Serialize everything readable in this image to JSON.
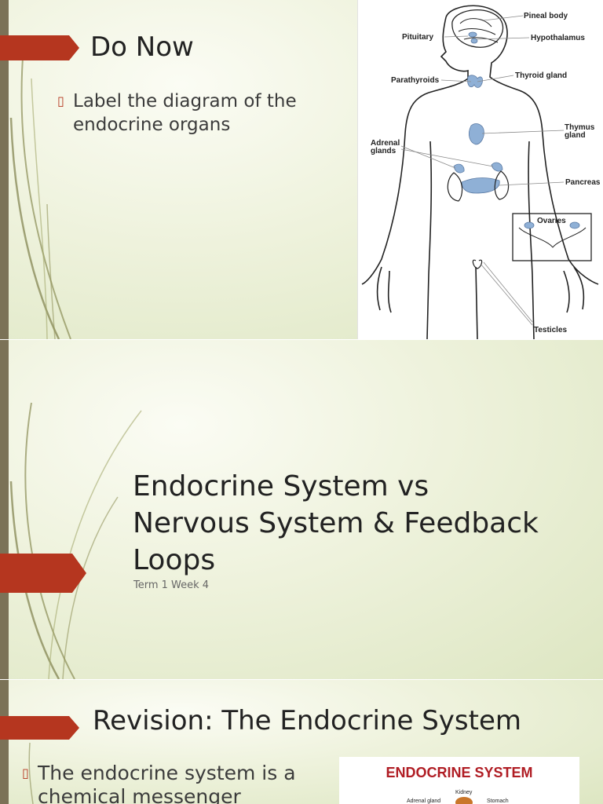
{
  "slide1": {
    "title": "Do Now",
    "bullet": "Label the diagram of the endocrine organs",
    "diagram_labels": {
      "pineal": "Pineal body",
      "pituitary": "Pituitary",
      "hypothalamus": "Hypothalamus",
      "parathyroids": "Parathyroids",
      "thyroid": "Thyroid gland",
      "thymus_1": "Thymus",
      "thymus_2": "gland",
      "adrenal_1": "Adrenal",
      "adrenal_2": "glands",
      "pancreas": "Pancreas",
      "ovaries": "Ovaries",
      "testicles": "Testicles"
    }
  },
  "slide2": {
    "title": "Endocrine System vs Nervous System & Feedback Loops",
    "subtitle": "Term 1 Week 4"
  },
  "slide3": {
    "title": "Revision: The Endocrine System",
    "bullet": "The endocrine system is a chemical messenger",
    "image_title": "ENDOCRINE SYSTEM",
    "image_labels": {
      "kidney": "Kidney",
      "adrenal": "Adrenal gland",
      "stomach": "Stomach"
    }
  },
  "colors": {
    "accent": "#b5361f",
    "side_bar": "#7b7257",
    "gland": "#8fb0d6"
  }
}
